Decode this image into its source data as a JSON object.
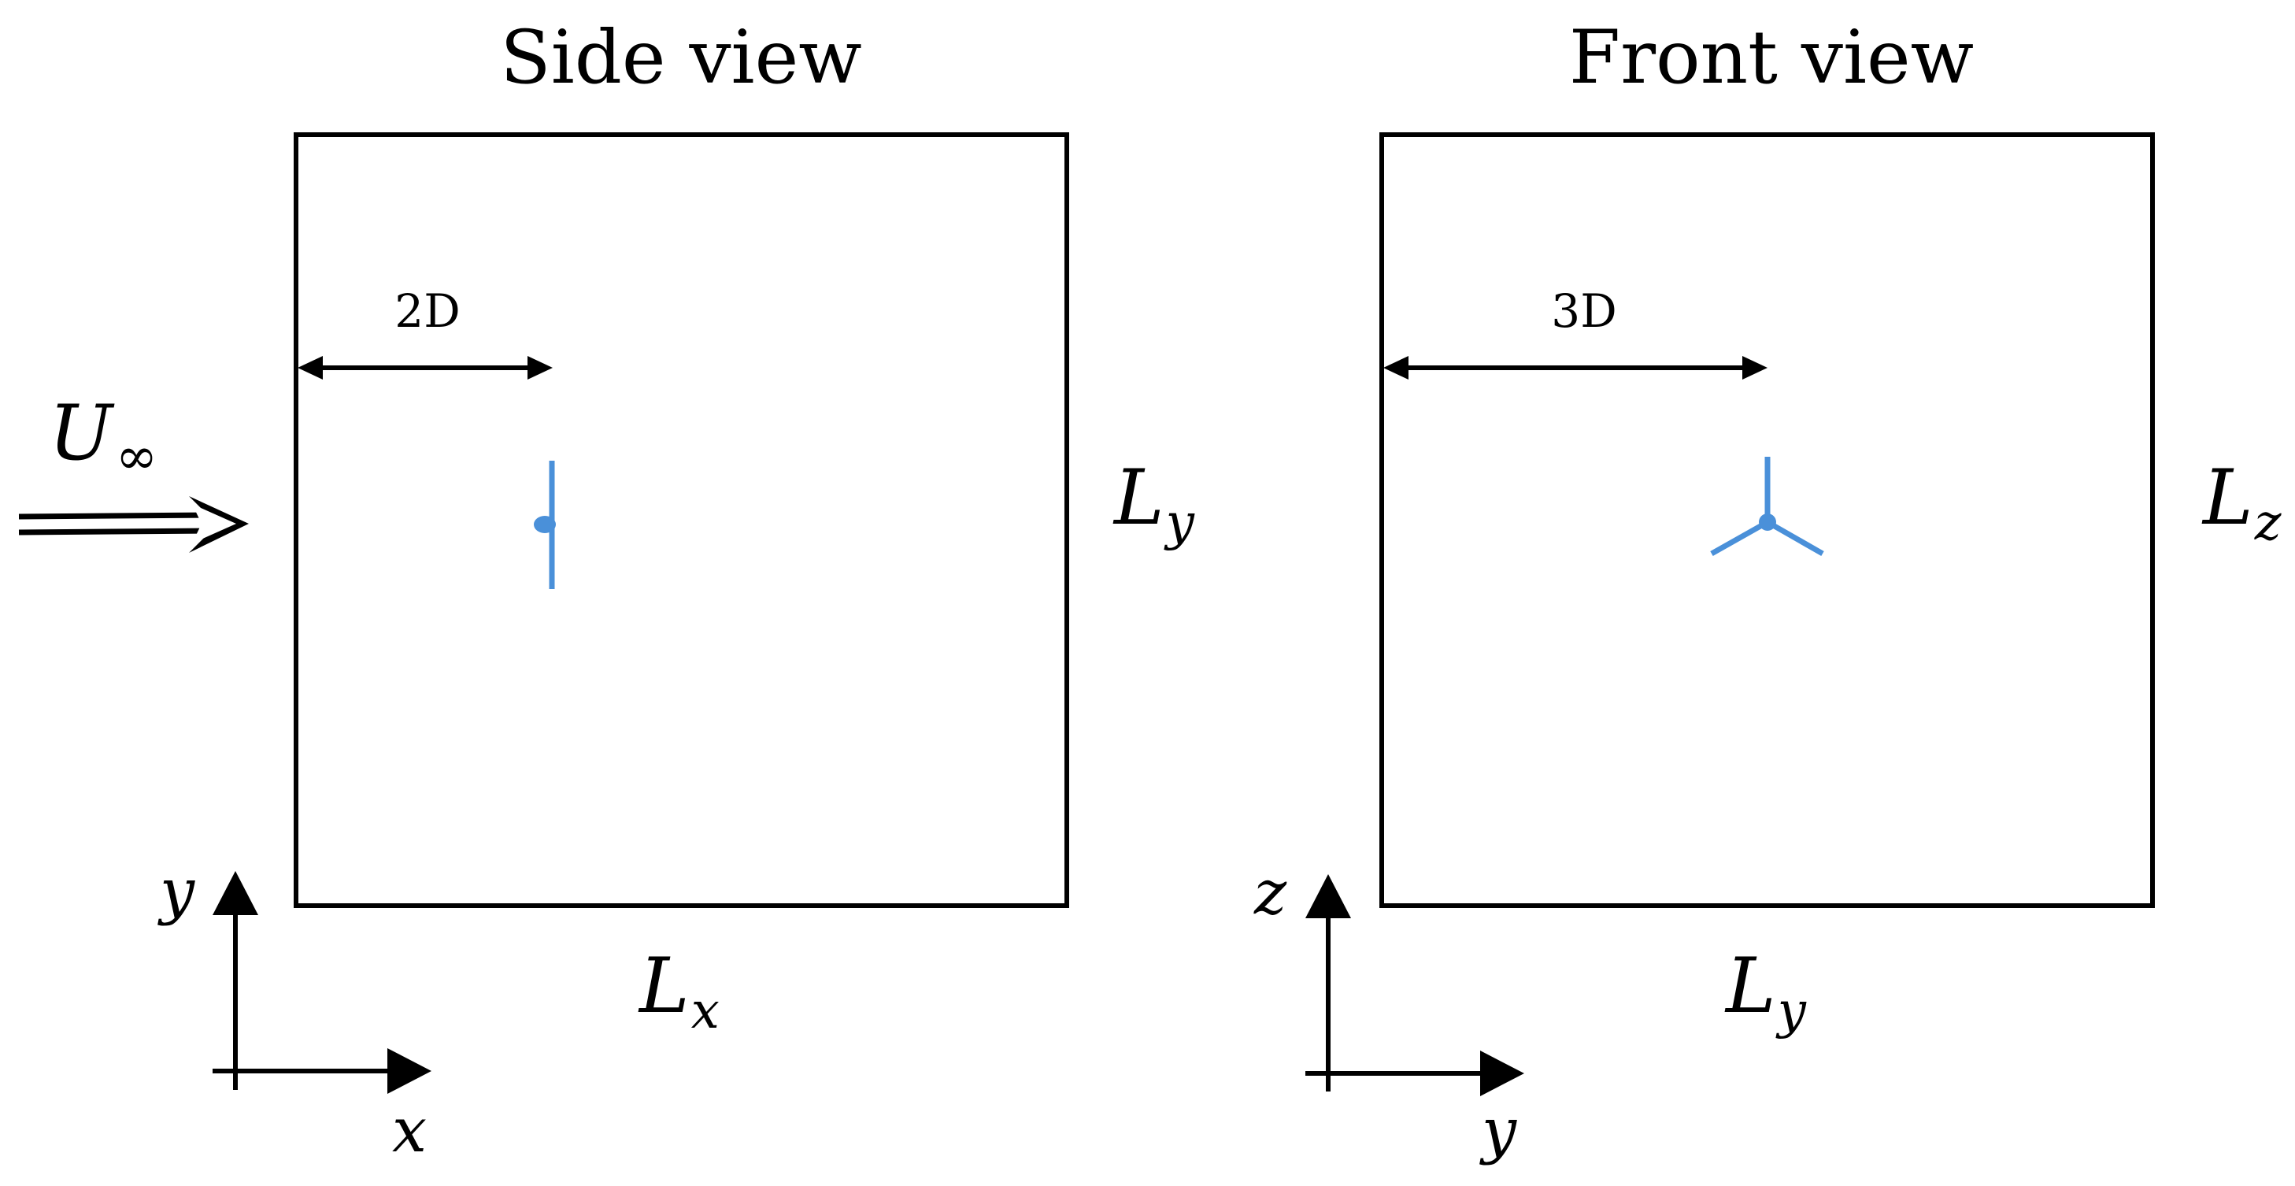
{
  "side_view": {
    "title": "Side view",
    "offset_label": "2D",
    "freestream_symbol": "U",
    "freestream_subscript": "∞",
    "height_label_main": "L",
    "height_label_sub": "y",
    "width_label_main": "L",
    "width_label_sub": "x",
    "vertical_axis": "y",
    "horizontal_axis": "x"
  },
  "front_view": {
    "title": "Front view",
    "offset_label": "3D",
    "height_label_main": "L",
    "height_label_sub": "z",
    "width_label_main": "L",
    "width_label_sub": "y",
    "vertical_axis": "z",
    "horizontal_axis": "y"
  },
  "colors": {
    "turbine": "#4A90D9",
    "lines": "#000000"
  }
}
